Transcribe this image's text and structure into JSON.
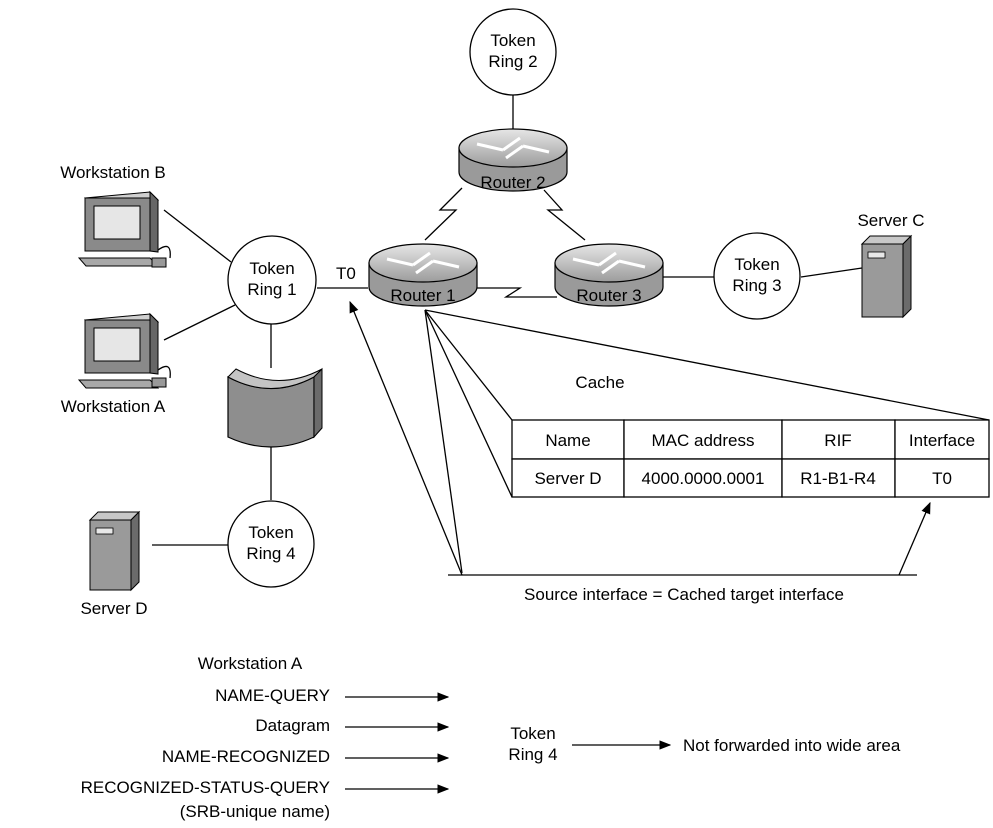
{
  "rings": {
    "r1": {
      "line1": "Token",
      "line2": "Ring 1"
    },
    "r2": {
      "line1": "Token",
      "line2": "Ring 2"
    },
    "r3": {
      "line1": "Token",
      "line2": "Ring 3"
    },
    "r4": {
      "line1": "Token",
      "line2": "Ring 4"
    }
  },
  "routers": {
    "r1": "Router 1",
    "r2": "Router 2",
    "r3": "Router 3"
  },
  "devices": {
    "workstation_b": "Workstation B",
    "workstation_a": "Workstation A",
    "server_c": "Server C",
    "server_d": "Server D"
  },
  "interface_label": "T0",
  "cache": {
    "title": "Cache",
    "headers": [
      "Name",
      "MAC address",
      "RIF",
      "Interface"
    ],
    "row": [
      "Server D",
      "4000.0000.0001",
      "R1-B1-R4",
      "T0"
    ]
  },
  "source_note": "Source interface = Cached target interface",
  "sequence": {
    "title": "Workstation A",
    "messages": [
      "NAME-QUERY",
      "Datagram",
      "NAME-RECOGNIZED",
      "RECOGNIZED-STATUS-QUERY"
    ],
    "note": "(SRB-unique name)",
    "dest_line1": "Token",
    "dest_line2": "Ring 4",
    "result": "Not forwarded into wide area"
  },
  "colors": {
    "router_fill": "#bdbdbd",
    "device_fill": "#9a9a9a",
    "screen": "#dcdcdc"
  }
}
